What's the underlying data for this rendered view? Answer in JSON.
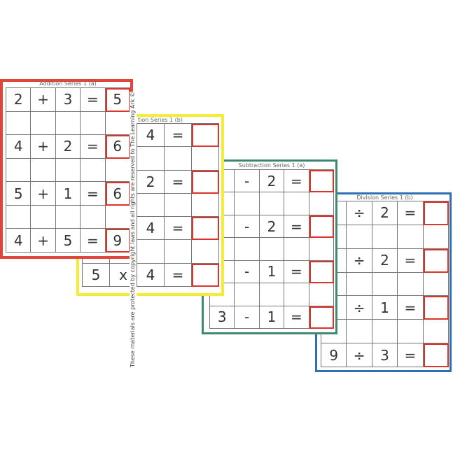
{
  "watermark": "These materials are protected by copyright laws and all rights are reserved to The Learning Ark ©",
  "cards": {
    "red": {
      "title": "Addition Series 1 (a)",
      "border_color": "#e0463a",
      "rows": [
        [
          "2",
          "+",
          "3",
          "=",
          "5"
        ],
        [
          "",
          "",
          "",
          "",
          ""
        ],
        [
          "4",
          "+",
          "2",
          "=",
          "6"
        ],
        [
          "",
          "",
          "",
          "",
          ""
        ],
        [
          "5",
          "+",
          "1",
          "=",
          "6"
        ],
        [
          "",
          "",
          "",
          "",
          ""
        ],
        [
          "4",
          "+",
          "5",
          "=",
          "9"
        ]
      ]
    },
    "yellow": {
      "title": "tion Series 1 (b)",
      "border_color": "#f5ec3a",
      "rows": [
        [
          "",
          "",
          "4",
          "=",
          ""
        ],
        [
          "",
          "",
          "",
          "",
          ""
        ],
        [
          "",
          "",
          "2",
          "=",
          ""
        ],
        [
          "",
          "",
          "",
          "",
          ""
        ],
        [
          "",
          "",
          "4",
          "=",
          ""
        ],
        [
          "",
          "",
          "",
          "",
          ""
        ],
        [
          "5",
          "x",
          "4",
          "=",
          ""
        ]
      ]
    },
    "green": {
      "title": "Subtraction Series 1 (a)",
      "border_color": "#3f8a74",
      "rows": [
        [
          "",
          "-",
          "2",
          "=",
          ""
        ],
        [
          "",
          "",
          "",
          "",
          ""
        ],
        [
          "",
          "-",
          "2",
          "=",
          ""
        ],
        [
          "",
          "",
          "",
          "",
          ""
        ],
        [
          "",
          "-",
          "1",
          "=",
          ""
        ],
        [
          "",
          "",
          "",
          "",
          ""
        ],
        [
          "3",
          "-",
          "1",
          "=",
          ""
        ]
      ]
    },
    "blue": {
      "title": "Division Series 1 (b)",
      "border_color": "#2f6fb3",
      "rows": [
        [
          "",
          "÷",
          "2",
          "=",
          ""
        ],
        [
          "",
          "",
          "",
          "",
          ""
        ],
        [
          "",
          "÷",
          "2",
          "=",
          ""
        ],
        [
          "",
          "",
          "",
          "",
          ""
        ],
        [
          "",
          "÷",
          "1",
          "=",
          ""
        ],
        [
          "",
          "",
          "",
          "",
          ""
        ],
        [
          "9",
          "÷",
          "3",
          "=",
          ""
        ]
      ]
    }
  }
}
